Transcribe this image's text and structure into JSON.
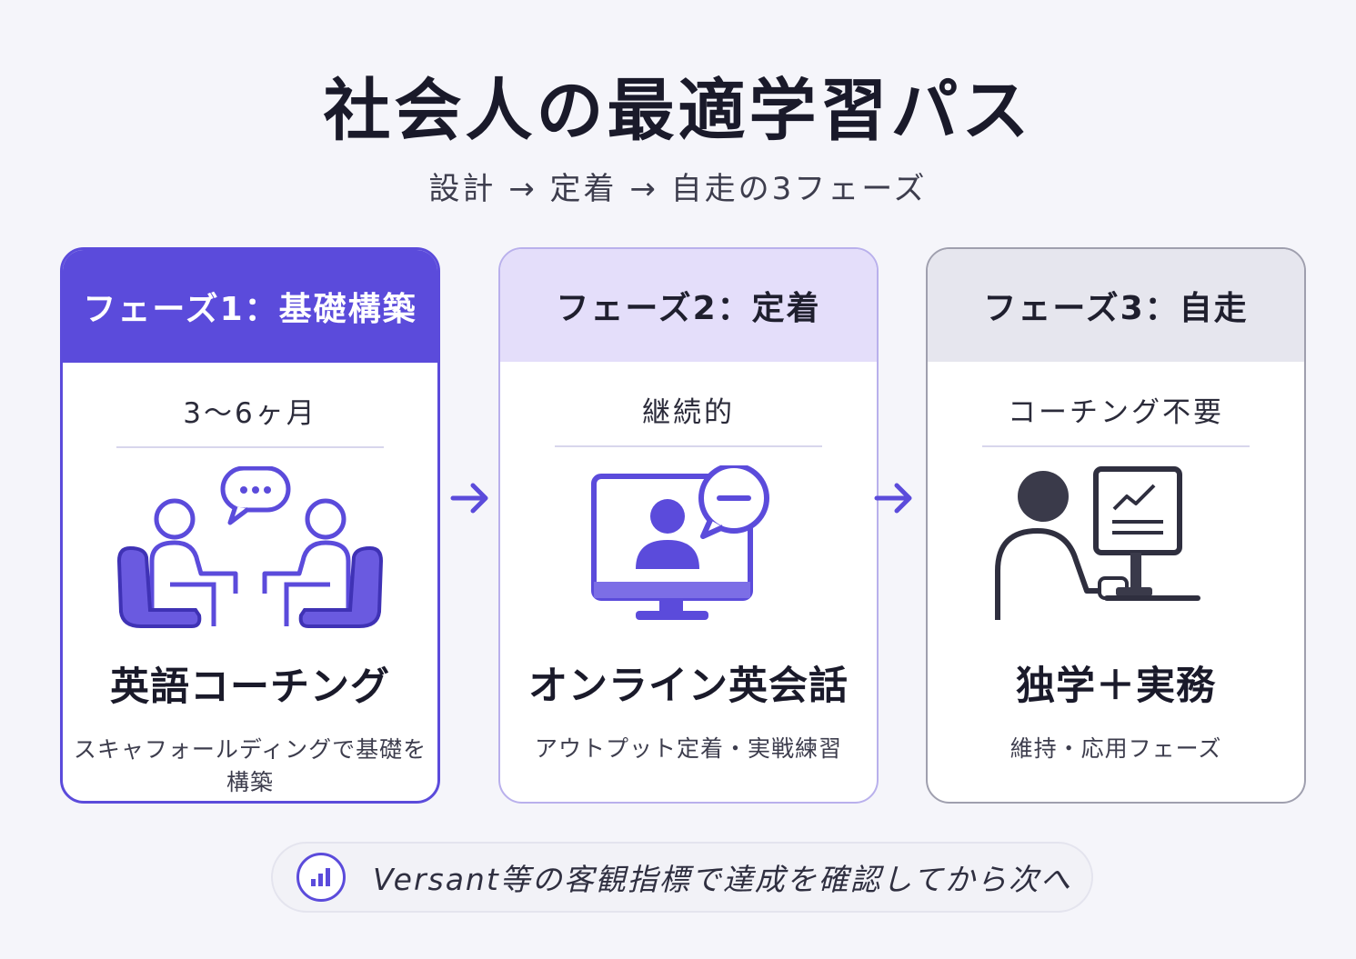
{
  "title": "社会人の最適学習パス",
  "subtitle": "設計 → 定着 → 自走の3フェーズ",
  "colors": {
    "accent": "#5b4bdb",
    "phase2_header": "#e4defa",
    "phase3_header": "#e6e6ee"
  },
  "phases": [
    {
      "header": "フェーズ1：基礎構築",
      "duration": "3〜6ヶ月",
      "icon": "coaching-conversation-icon",
      "name": "英語コーチング",
      "description": "スキャフォールディングで基礎を構築"
    },
    {
      "header": "フェーズ2：定着",
      "duration": "継続的",
      "icon": "online-video-call-icon",
      "name": "オンライン英会話",
      "description": "アウトプット定着・実戦練習"
    },
    {
      "header": "フェーズ3：自走",
      "duration": "コーチング不要",
      "icon": "self-study-computer-icon",
      "name": "独学＋実務",
      "description": "維持・応用フェーズ"
    }
  ],
  "footer": {
    "icon": "bar-chart-icon",
    "text": "Versant等の客観指標で達成を確認してから次へ"
  }
}
